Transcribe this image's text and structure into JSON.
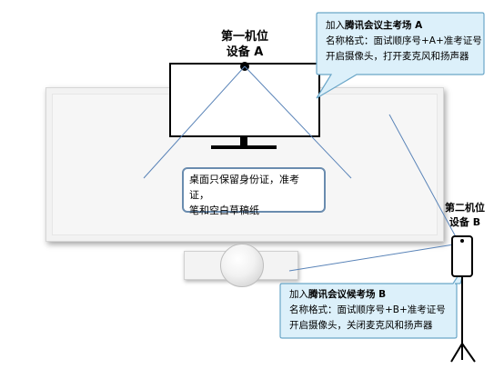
{
  "camera_a": {
    "title": "第一机位",
    "subtitle": "设备 A"
  },
  "camera_b": {
    "title": "第二机位",
    "subtitle": "设备 B"
  },
  "callout_a": {
    "line1_prefix": "加入",
    "line1_bold": "腾讯会议主考场 A",
    "line2": "名称格式：面试顺序号+A+准考证号",
    "line3": "开启摄像头，打开麦克风和扬声器"
  },
  "callout_b": {
    "line1_prefix": "加入",
    "line1_bold": "腾讯会议候考场 B",
    "line2": "名称格式：面试顺序号+B+准考证号",
    "line3": "开启摄像头，关闭麦克风和扬声器"
  },
  "desk_note": {
    "line1": "桌面只保留身份证，准考证，",
    "line2": "笔和空白草稿纸"
  },
  "colors": {
    "callout_fill": "#dcf0fa",
    "callout_border": "#6aa6c8",
    "line_blue": "#5a84b8"
  }
}
